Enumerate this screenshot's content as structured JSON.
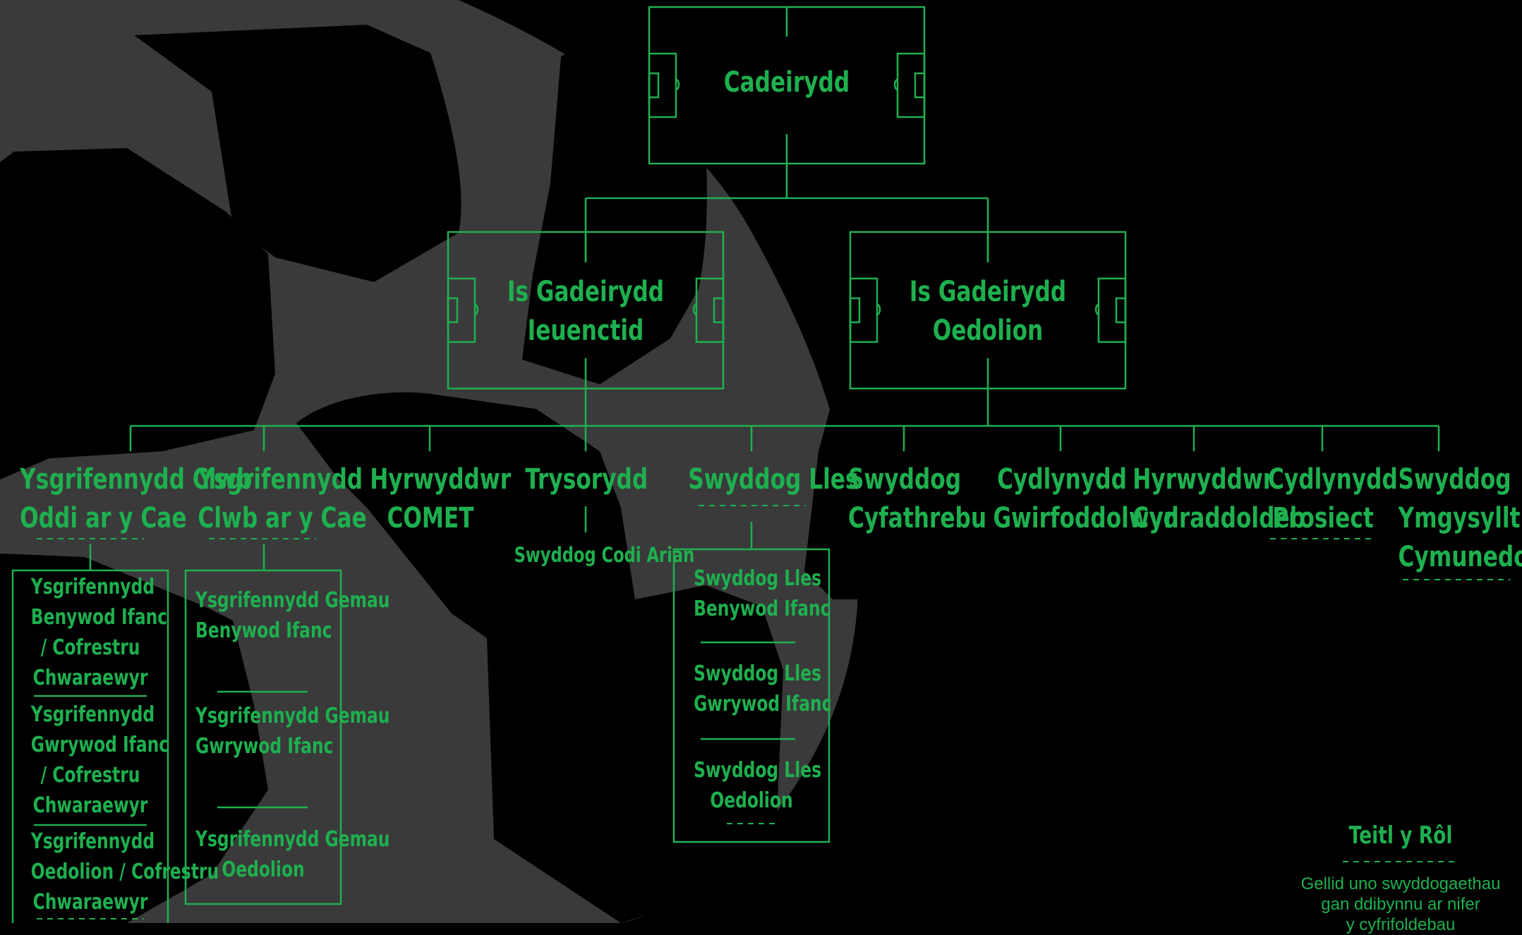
{
  "colors": {
    "background": "#000000",
    "accent": "#1eb04f",
    "ball": "#3a3a3a"
  },
  "background_icon": "football-icon",
  "chair": {
    "title": "Cadeirydd"
  },
  "vice_youth": {
    "line1": "Is Gadeirydd",
    "line2": "Ieuenctid"
  },
  "vice_adult": {
    "line1": "Is Gadeirydd",
    "line2": "Oedolion"
  },
  "roles": [
    {
      "line1": "Ysgrifennydd Clwb",
      "line2": "Oddi ar y Cae"
    },
    {
      "line1": "Ysgrifennydd",
      "line2": "Clwb ar y Cae"
    },
    {
      "line1": "Hyrwyddwr",
      "line2": "COMET"
    },
    {
      "line1": "Trysorydd"
    },
    {
      "line1": "Swyddog Lles"
    },
    {
      "line1": "Swyddog",
      "line2": "Cyfathrebu"
    },
    {
      "line1": "Cydlynydd",
      "line2": "Gwirfoddolwyr"
    },
    {
      "line1": "Hyrwyddwr",
      "line2": "Cydraddoldeb"
    },
    {
      "line1": "Cydlynydd",
      "line2": "Prosiect"
    },
    {
      "line1": "Swyddog",
      "line2": "Ymgysylltu",
      "line3": "Cymunedol"
    }
  ],
  "treasurer_sub": "Swyddog Codi Arian",
  "secretary_off_field_subs": [
    {
      "lines": [
        "Ysgrifennydd",
        "Benywod Ifanc",
        "/ Cofrestru",
        "Chwaraewyr"
      ]
    },
    {
      "lines": [
        "Ysgrifennydd",
        "Gwrywod Ifanc",
        "/ Cofrestru",
        "Chwaraewyr"
      ]
    },
    {
      "lines": [
        "Ysgrifennydd",
        "Oedolion / Cofrestru",
        "Chwaraewyr"
      ]
    }
  ],
  "secretary_on_field_subs": [
    {
      "lines": [
        "Ysgrifennydd Gemau",
        "Benywod Ifanc"
      ]
    },
    {
      "lines": [
        "Ysgrifennydd Gemau",
        "Gwrywod Ifanc"
      ]
    },
    {
      "lines": [
        "Ysgrifennydd Gemau",
        "Oedolion"
      ]
    }
  ],
  "welfare_subs": [
    {
      "lines": [
        "Swyddog Lles",
        "Benywod Ifanc"
      ]
    },
    {
      "lines": [
        "Swyddog Lles",
        "Gwrywod Ifanc"
      ]
    },
    {
      "lines": [
        "Swyddog Lles",
        "Oedolion"
      ]
    }
  ],
  "legend": {
    "title": "Teitl y Rôl",
    "text_line1": "Gellid uno swyddogaethau",
    "text_line2": "gan ddibynnu ar nifer",
    "text_line3": "y cyfrifoldebau"
  }
}
